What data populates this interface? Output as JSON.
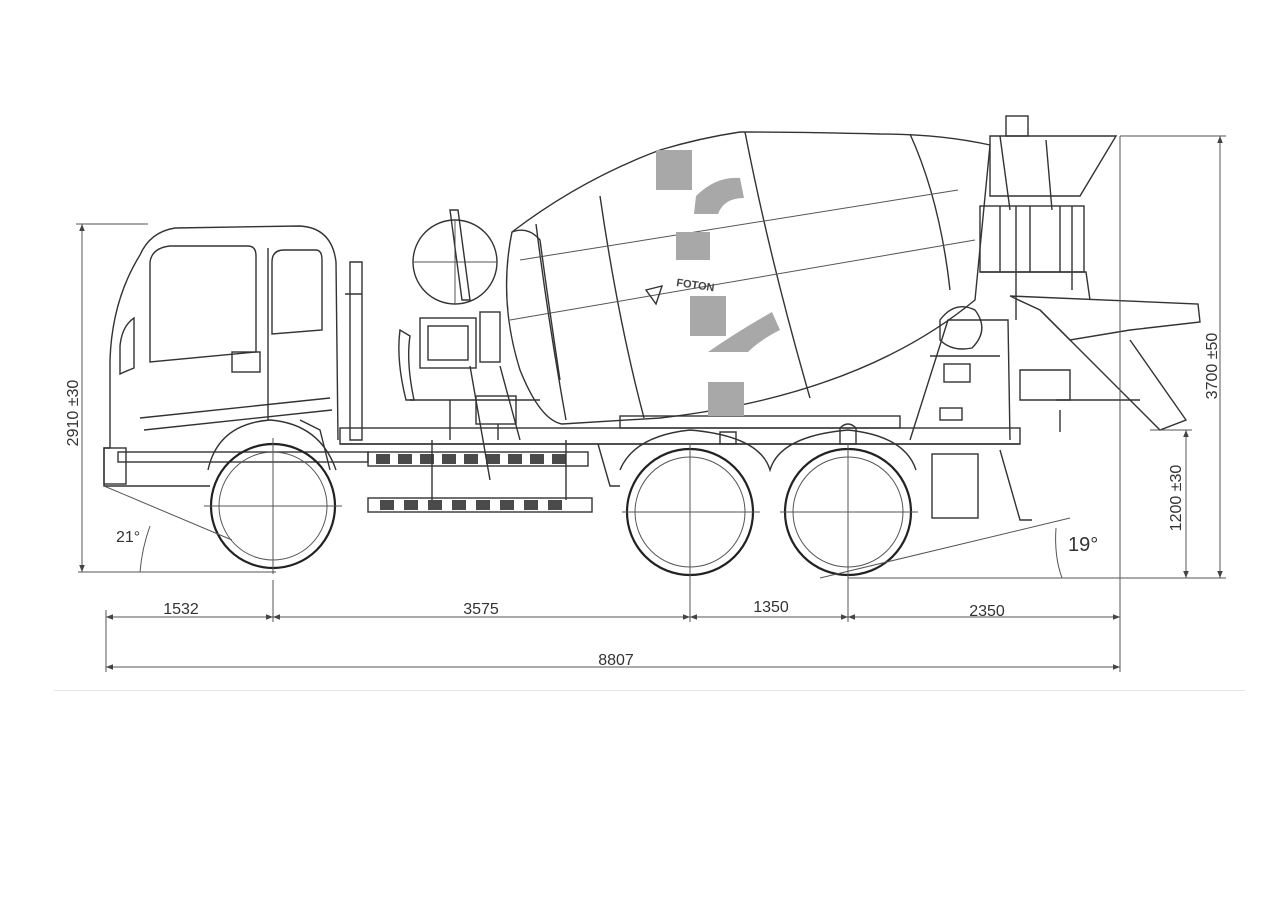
{
  "drawing": {
    "brand_mark": "FOTON",
    "dimensions": {
      "front_overhang": "1532",
      "wheelbase_front": "3575",
      "wheelbase_rear": "1350",
      "rear_overhang": "2350",
      "overall_length": "8807",
      "cab_height": "2910 ±30",
      "overall_height": "3700 ±50",
      "discharge_height": "1200 ±30",
      "approach_angle": "21°",
      "departure_angle": "19°"
    }
  },
  "colors": {
    "line": "#333333",
    "stripe": "#4a4a4a",
    "panel_gray": "#a8a8a8",
    "separator": "#e6e6e6"
  }
}
